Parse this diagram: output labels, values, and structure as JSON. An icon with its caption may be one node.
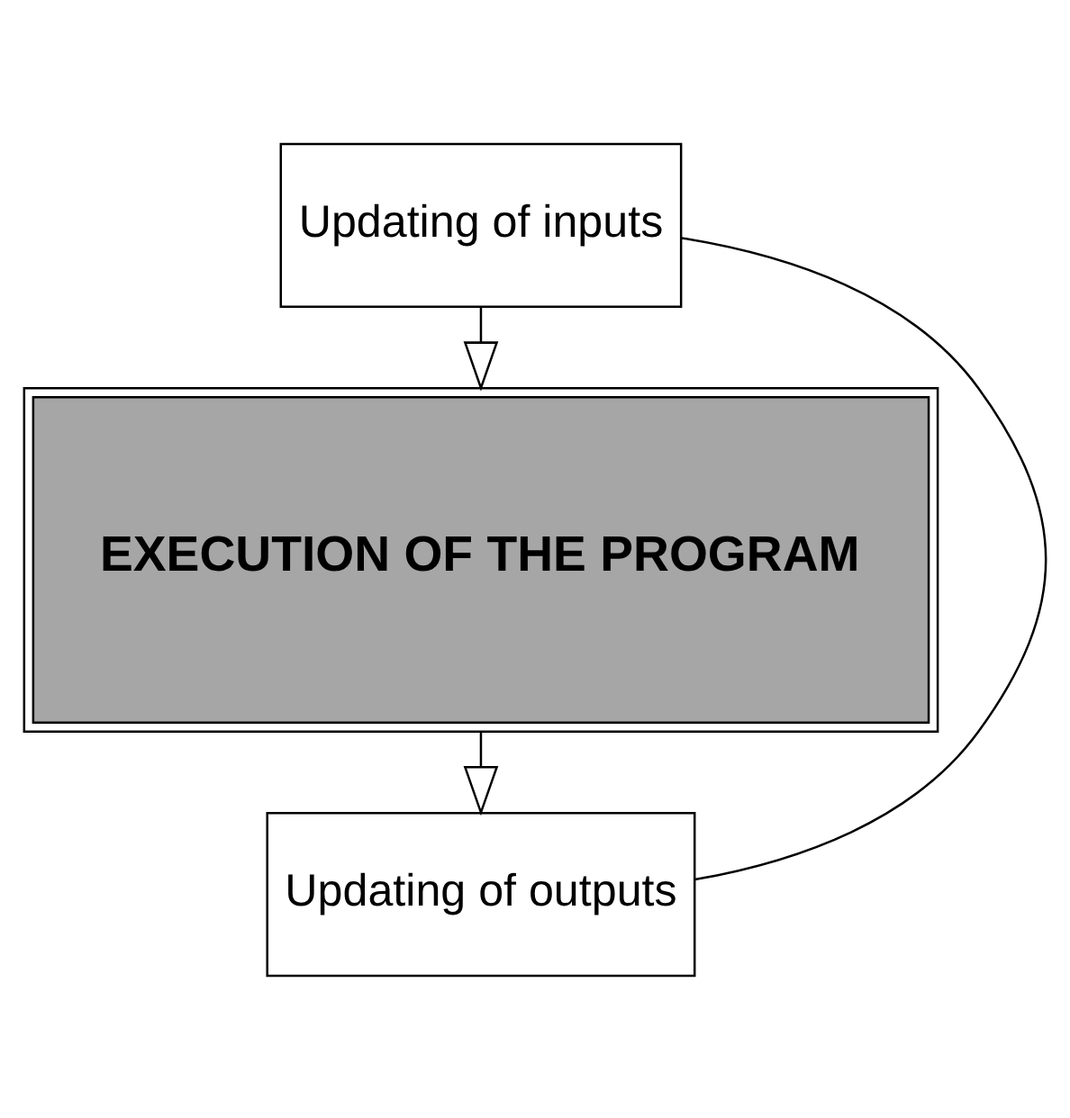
{
  "diagram": {
    "nodes": [
      {
        "text": [
          "Updating of inputs"
        ]
      },
      {
        "text": [
          "EXECUTION OF THE PROGRAM"
        ]
      },
      {
        "text": [
          "Updating of outputs"
        ]
      }
    ],
    "edges": [
      {
        "from": 0,
        "to": 1,
        "arrow": "to"
      },
      {
        "from": 1,
        "to": 2,
        "arrow": "to"
      },
      {
        "from": 2,
        "to": 0,
        "arrow": "none"
      }
    ]
  }
}
